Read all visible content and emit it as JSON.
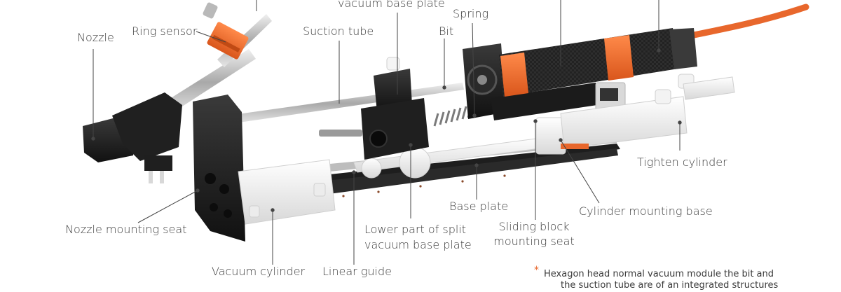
{
  "labels": {
    "vacuum_base_plate_top": "vacuum base plate",
    "spring": "Spring",
    "nozzle": "Nozzle",
    "ring_sensor": "Ring sensor",
    "suction_tube": "Suction tube",
    "bit": "Bit",
    "tighten_cylinder": "Tighten cylinder",
    "base_plate": "Base plate",
    "cylinder_mounting_base": "Cylinder mounting base",
    "nozzle_mounting_seat": "Nozzle mounting seat",
    "lower_split_line1": "Lower part of split",
    "lower_split_line2": "vacuum base plate",
    "sliding_block_line1": "Sliding block",
    "sliding_block_line2": "mounting seat",
    "vacuum_cylinder": "Vacuum cylinder",
    "linear_guide": "Linear guide"
  },
  "note": {
    "marker": "*",
    "line1": "Hexagon head normal vacuum module the bit and",
    "line2": "the suction tube are of an integrated structures"
  },
  "colors": {
    "orange": "#e8672c",
    "black_metal": "#1c1c1c",
    "steel": "#c9c9c9",
    "white_part": "#f2f2f2",
    "leader": "#444444"
  }
}
